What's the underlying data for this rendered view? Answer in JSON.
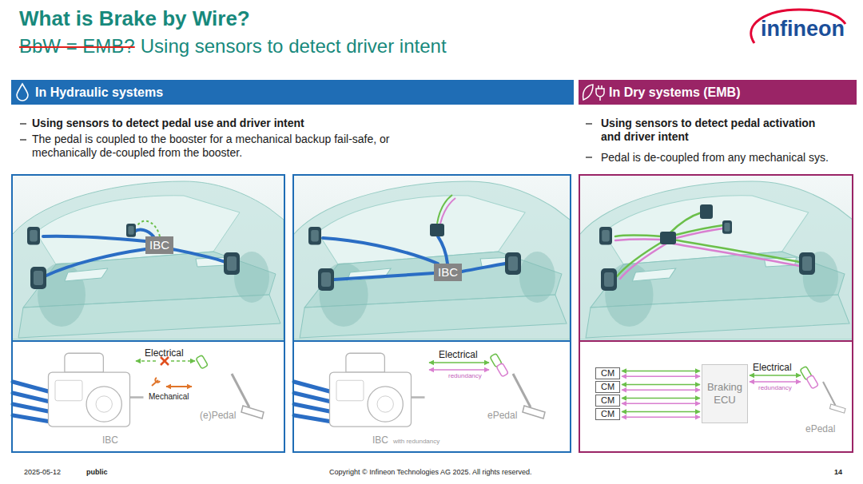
{
  "diagram": {
    "title": "What is Brake by Wire?",
    "nodes": [
      {
        "text": [
          "In Hydraulic systems"
        ]
      },
      {
        "text": [
          "In Dry systems (EMB)"
        ]
      },
      {
        "text": [
          "IBC"
        ]
      },
      {
        "text": [
          "IBC"
        ]
      },
      {
        "text": [
          "CM"
        ]
      },
      {
        "text": [
          "CM"
        ]
      },
      {
        "text": [
          "CM"
        ]
      },
      {
        "text": [
          "CM"
        ]
      },
      {
        "text": [
          "Braking ECU"
        ]
      }
    ],
    "edges": [
      {
        "from": 4,
        "to": 8,
        "arrow": "both"
      },
      {
        "from": 4,
        "to": 8,
        "arrow": "both"
      },
      {
        "from": 5,
        "to": 8,
        "arrow": "both"
      },
      {
        "from": 5,
        "to": 8,
        "arrow": "both"
      },
      {
        "from": 6,
        "to": 8,
        "arrow": "both"
      },
      {
        "from": 6,
        "to": 8,
        "arrow": "both"
      },
      {
        "from": 7,
        "to": 8,
        "arrow": "both"
      },
      {
        "from": 7,
        "to": 8,
        "arrow": "both"
      }
    ],
    "labels": [
      "BbW = EMB?",
      "Using sensors to detect driver intent",
      "infineon",
      "Using sensors to detect pedal use and driver intent",
      "The pedal is coupled to the booster for a mechanical backup fail-safe, or mechanically de-coupled from the booster.",
      "Using sensors to detect pedal activation and driver intent",
      "Pedal is de-coupled from any mechanical sys.",
      "Electrical",
      "Mechanical",
      "(e)Pedal",
      "IBC",
      "Electrical",
      "redundancy",
      "ePedal",
      "IBC",
      "with redundancy",
      "Electrical",
      "redundancy",
      "ePedal",
      "2025-05-12",
      "public",
      "Copyright © Infineon Technologies AG 2025. All rights reserved.",
      "14"
    ]
  }
}
